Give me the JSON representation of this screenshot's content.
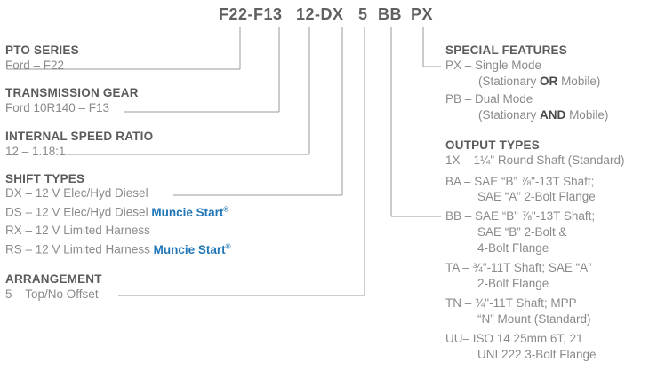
{
  "model_code": {
    "part1": "F22-F13",
    "part2": "12-DX",
    "part3": "5",
    "part4": "BB",
    "part5": "PX"
  },
  "left": {
    "pto_series": {
      "header": "PTO SERIES",
      "value": "Ford – F22"
    },
    "transmission_gear": {
      "header": "TRANSMISSION GEAR",
      "value": "Ford 10R140 – F13"
    },
    "internal_speed_ratio": {
      "header": "INTERNAL SPEED RATIO",
      "value": "12 – 1.18:1"
    },
    "shift_types": {
      "header": "SHIFT TYPES",
      "dx": "DX – 12 V Elec/Hyd Diesel",
      "ds": "DS – 12 V Elec/Hyd Diesel",
      "rx": "RX – 12 V Limited Harness",
      "rs": "RS – 12 V Limited Harness",
      "brand": "Muncie Start",
      "reg": "®"
    },
    "arrangement": {
      "header": "ARRANGEMENT",
      "value": "5 – Top/No Offset"
    }
  },
  "right": {
    "special_features": {
      "header": "SPECIAL FEATURES",
      "px_line1": "PX – Single Mode",
      "px_line2_pre": "(Stationary",
      "px_line2_bold": "OR",
      "px_line2_post": "Mobile)",
      "pb_line1": "PB – Dual Mode",
      "pb_line2_pre": "(Stationary",
      "pb_line2_bold": "AND",
      "pb_line2_post": "Mobile)"
    },
    "output_types": {
      "header": "OUTPUT TYPES",
      "items": [
        {
          "code": "1X –",
          "lines": [
            "1¼\" Round Shaft (Standard)"
          ]
        },
        {
          "code": "BA –",
          "lines": [
            "SAE “B” ⅞\"-13T Shaft;",
            "SAE “A” 2-Bolt Flange"
          ]
        },
        {
          "code": "BB –",
          "lines": [
            "SAE “B” ⅞\"-13T Shaft;",
            "SAE “B” 2-Bolt &",
            "4-Bolt Flange"
          ]
        },
        {
          "code": "TA –",
          "lines": [
            "¾\"-11T Shaft; SAE “A”",
            "2-Bolt Flange"
          ]
        },
        {
          "code": "TN –",
          "lines": [
            "¾\"-11T Shaft; MPP",
            "“N” Mount (Standard)"
          ]
        },
        {
          "code": "UU–",
          "lines": [
            "ISO 14 25mm 6T, 21",
            "UNI 222 3-Bolt Flange"
          ]
        }
      ]
    }
  },
  "colors": {
    "text": "#8a8a8a",
    "header": "#5b5b5b",
    "accent": "#1f76b6",
    "line": "#9a9a9a"
  }
}
